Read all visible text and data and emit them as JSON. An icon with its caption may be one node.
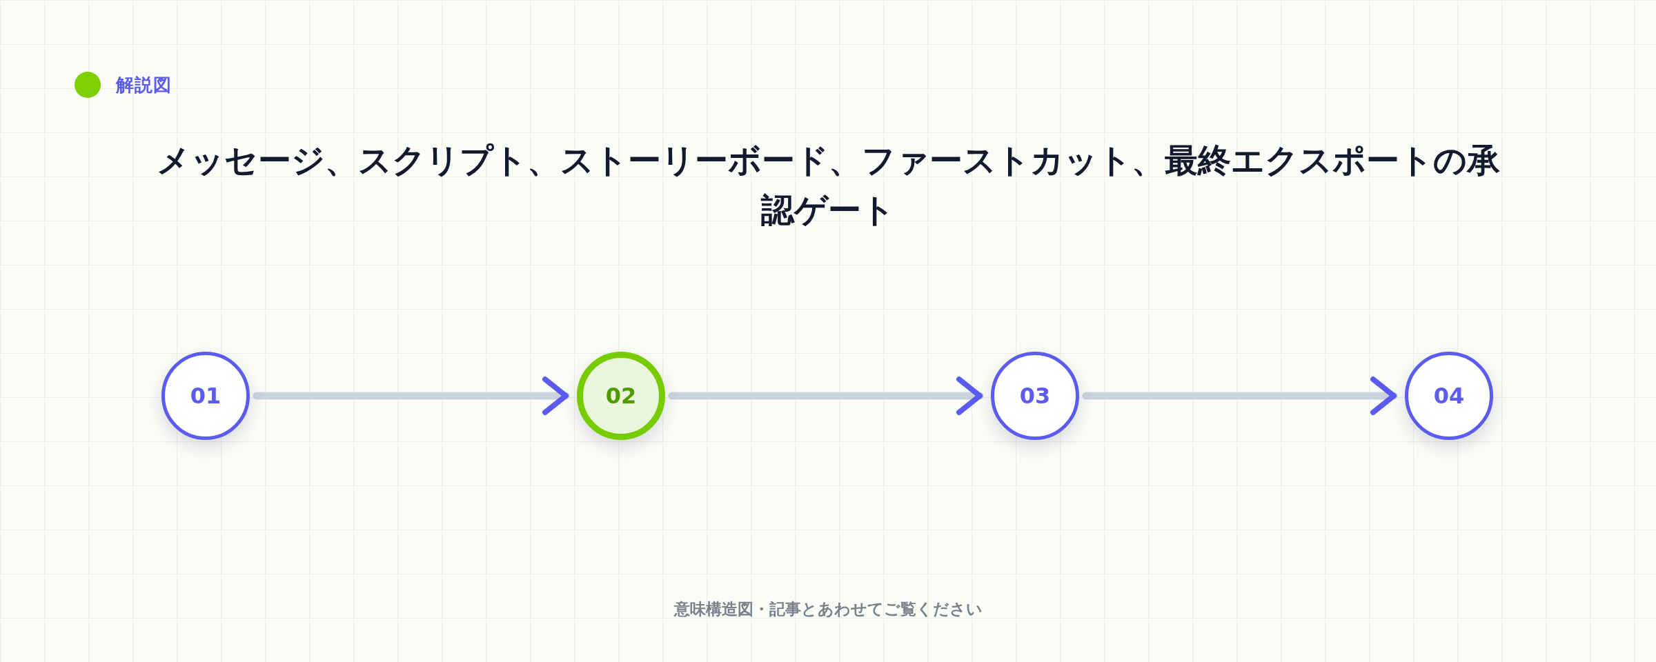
{
  "diagram": {
    "title": "メッセージ、スクリプト、ストーリーボード、ファーストカット、最終エクスポートの承認ゲート",
    "nodes": [
      {
        "text": [
          "01"
        ]
      },
      {
        "text": [
          "02"
        ]
      },
      {
        "text": [
          "03"
        ]
      },
      {
        "text": [
          "04"
        ]
      }
    ],
    "edges": [
      {
        "from": 0,
        "to": 1,
        "arrow": "to"
      },
      {
        "from": 1,
        "to": 2,
        "arrow": "to"
      },
      {
        "from": 2,
        "to": 3,
        "arrow": "to"
      }
    ],
    "labels": [
      "解説図",
      "意味構造図・記事とあわせてご覧ください"
    ]
  }
}
